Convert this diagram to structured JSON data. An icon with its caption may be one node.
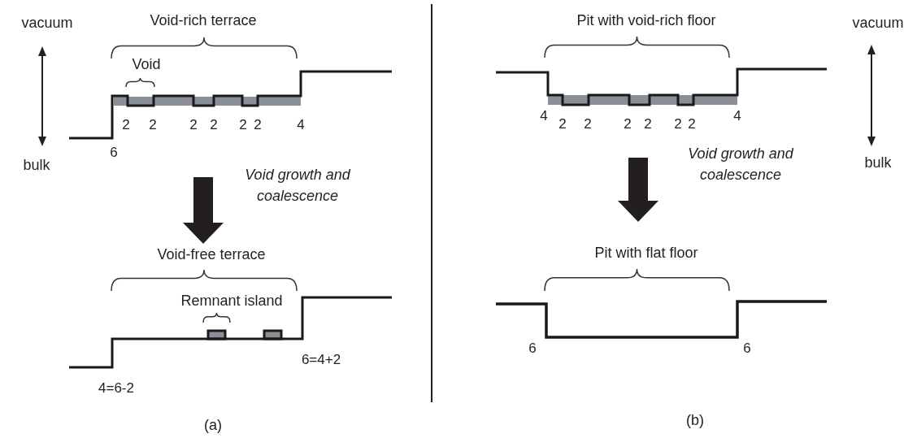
{
  "diagram": {
    "labels": [
      "vacuum",
      "Void-rich terrace",
      "Pit with void-rich floor",
      "vacuum",
      "Void",
      "2",
      "2",
      "2",
      "2",
      "2",
      "2",
      "4",
      "4",
      "2",
      "2",
      "2",
      "2",
      "2",
      "2",
      "4",
      "6",
      "bulk",
      "bulk",
      "Void growth and coalescence",
      "Void growth and coalescence",
      "Void-free terrace",
      "Pit with flat floor",
      "Remnant island",
      "6=4+2",
      "6",
      "6",
      "4=6-2",
      "(a)",
      "(b)"
    ]
  }
}
